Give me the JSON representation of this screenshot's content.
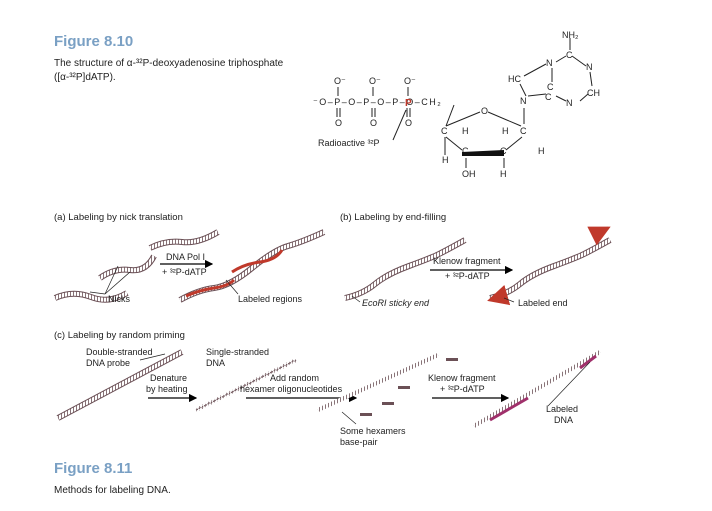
{
  "fig810": {
    "title": "Figure 8.10",
    "caption_line1": "The structure of α-³²P-deoxyadenosine triphosphate",
    "caption_line2": "([α-³²P]dATP)."
  },
  "structure": {
    "phosphate_labels": [
      "O⁻",
      "O⁻",
      "O⁻"
    ],
    "backbone": "⁻O–P–O–P–O–P–O–CH₂",
    "oxygens_below": [
      "O",
      "O",
      "O"
    ],
    "radioactive_label": "Radioactive ³²P",
    "nh2": "NH₂",
    "ring_atoms": [
      "N",
      "C",
      "N",
      "HC",
      "C",
      "CH",
      "N",
      "C",
      "N"
    ],
    "sugar_atoms": [
      "C",
      "H",
      "H",
      "C",
      "C",
      "C",
      "H",
      "H",
      "OH",
      "H",
      "O"
    ]
  },
  "panelA": {
    "title": "(a) Labeling by nick translation",
    "enzyme": "DNA Pol I",
    "reagent": "+ ³²P-dATP",
    "nicks": "Nicks",
    "labeled": "Labeled regions"
  },
  "panelB": {
    "title": "(b) Labeling by end-filling",
    "enzyme": "Klenow fragment",
    "reagent": "+ ³²P-dATP",
    "sticky_end": "EcoRI sticky end",
    "labeled_end": "Labeled end"
  },
  "panelC": {
    "title": "(c) Labeling by random priming",
    "ds_probe_1": "Double-stranded",
    "ds_probe_2": "DNA probe",
    "ss_1": "Single-stranded",
    "ss_2": "DNA",
    "denature_1": "Denature",
    "denature_2": "by heating",
    "hexamer_1": "Add random",
    "hexamer_2": "hexamer oligonucleotides",
    "some_1": "Some hexamers",
    "some_2": "base-pair",
    "klenow": "Klenow fragment",
    "reagent": "+ ³²P-dATP",
    "labeled_1": "Labeled",
    "labeled_2": "DNA"
  },
  "fig811": {
    "title": "Figure 8.11",
    "caption": "Methods for labeling DNA."
  },
  "colors": {
    "accent": "#7aa0c4",
    "label_red": "#c0392b",
    "dna": "#7a5c63"
  }
}
